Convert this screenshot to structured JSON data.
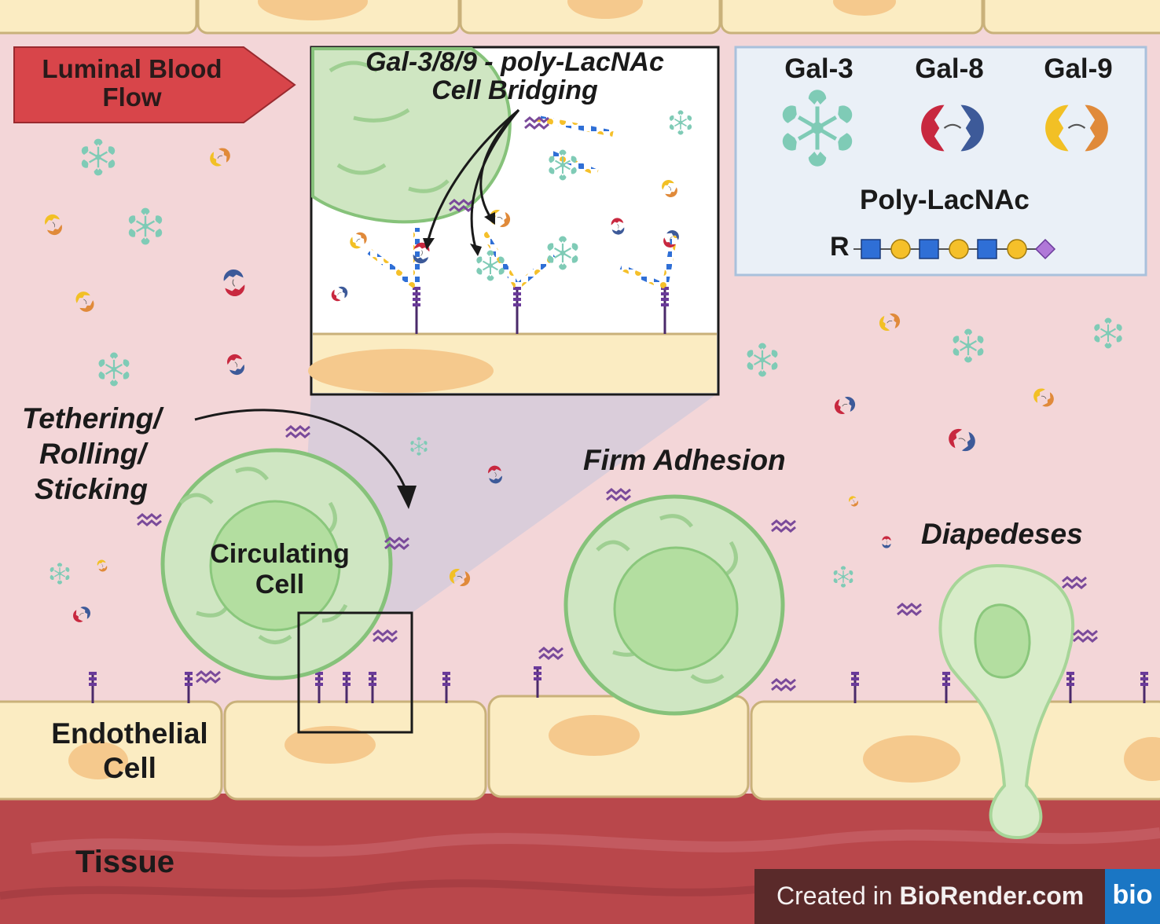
{
  "labels": {
    "flow": "Luminal Blood Flow",
    "inset_title_line1": "Gal-3/8/9 - poly-LacNAc",
    "inset_title_line2": "Cell Bridging",
    "tether_line1": "Tethering/",
    "tether_line2": "Rolling/",
    "tether_line3": "Sticking",
    "circ_line1": "Circulating",
    "circ_line2": "Cell",
    "firm": "Firm Adhesion",
    "diap": "Diapedeses",
    "endo_line1": "Endothelial",
    "endo_line2": "Cell",
    "tissue": "Tissue"
  },
  "legend": {
    "gal3": "Gal-3",
    "gal8": "Gal-8",
    "gal9": "Gal-9",
    "polylacnac": "Poly-LacNAc",
    "r": "R"
  },
  "watermark": {
    "created_in": "Created in ",
    "brand": "BioRender.com",
    "logo": "bio"
  },
  "colors": {
    "background": "#f3d6d8",
    "endothelium": "#fbecc2",
    "nucleus_endo": "#f5c98d",
    "tissue": "#b9474b",
    "cell_fill": "#cfe6c2",
    "cell_nucleus": "#b3dea0",
    "gal3": "#7fcbb6",
    "gal8_left": "#c8283f",
    "gal8_right": "#3d5a99",
    "gal9_left": "#f2c025",
    "gal9_right": "#e08a3a",
    "square": "#2f6fd6",
    "circle": "#f5c02a",
    "diamond": "#b078d8",
    "flow_arrow": "#d8454a"
  }
}
